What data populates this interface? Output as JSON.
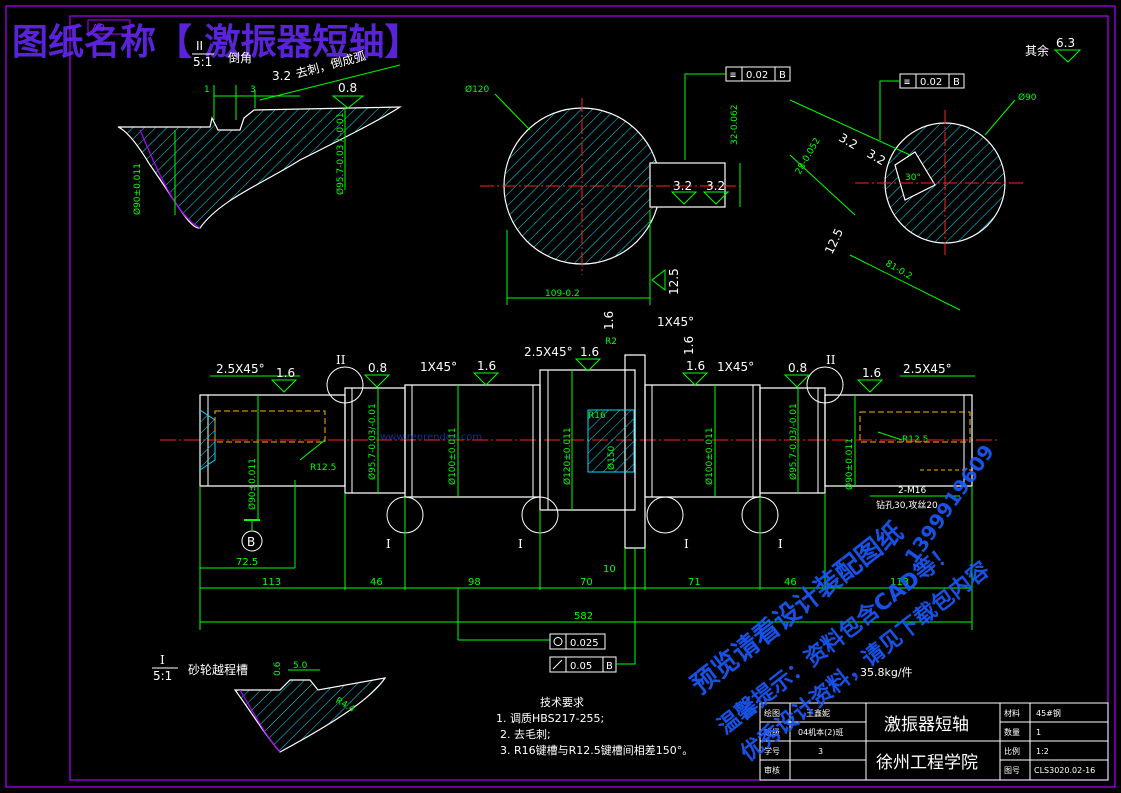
{
  "header": {
    "paper_size": "A3",
    "drawing_title_label": "图纸名称【 激振器短轴】",
    "surface_rest": "其余",
    "surface_rest_value": "6.3"
  },
  "detail_II": {
    "id": "II",
    "scale": "5:1",
    "note": "倒角",
    "roughness": "3.2",
    "roughness_note": "去刺，倒成弧",
    "roughness2": "0.8",
    "dim_3": "3",
    "dim_1": "1",
    "dia_left": "Ø90±0.011",
    "dia_right": "Ø95.7-0.03 / -0.01"
  },
  "detail_I": {
    "id": "I",
    "scale": "5:1",
    "note": "砂轮越程槽",
    "dim_a": "0.6",
    "dim_b": "5.0",
    "dim_c": "R4.4"
  },
  "section_a": {
    "diameter": "Ø120",
    "keyway_width_tol": "32-0.062",
    "depth": "109-0.2",
    "roughness_a": "3.2",
    "roughness_b": "3.2",
    "roughness_c": "12.5",
    "tolerance_sym": "0.02",
    "tolerance_ref": "B"
  },
  "section_b": {
    "diameter": "Ø90",
    "keyway_width": "28-0.052",
    "depth": "81-0.2",
    "angle": "30°",
    "roughness_a": "3.2",
    "roughness_b": "3.2",
    "roughness_c": "12.5",
    "tolerance_sym": "0.02",
    "tolerance_ref": "B"
  },
  "main_view": {
    "chamfers": [
      "2.5X45°",
      "1X45°",
      "2.5X45°",
      "1X45°",
      "1X45°",
      "2.5X45°"
    ],
    "roughness": [
      "1.6",
      "0.8",
      "1.6",
      "1.6",
      "1.6",
      "1.6",
      "1.6",
      "0.8",
      "1.6"
    ],
    "detail_marks": [
      "II",
      "II",
      "I",
      "I",
      "I",
      "I"
    ],
    "diameters": [
      "Ø90±0.011",
      "Ø95.7-0.03/-0.01",
      "Ø100±0.011",
      "Ø120±0.011",
      "Ø150",
      "Ø100±0.011",
      "Ø95.7-0.03/-0.01",
      "Ø90±0.011"
    ],
    "radii": [
      "R12.5",
      "R2",
      "R16",
      "R12.5"
    ],
    "datum": "B",
    "thread_note_1": "2-M16",
    "thread_note_2": "钻孔30,攻丝20",
    "dims_bottom": [
      "72.5",
      "113",
      "46",
      "98",
      "70",
      "10",
      "71",
      "46",
      "113",
      "582"
    ],
    "runout_symbol": "0.025",
    "runout2_value": "0.05",
    "runout2_ref": "B",
    "weight": "35.8kg/件"
  },
  "tech_requirements": {
    "title": "技术要求",
    "items": [
      "1. 调质HBS217-255;",
      "2. 去毛刺;",
      "3. R16键槽与R12.5键槽间相差150°。"
    ]
  },
  "title_block": {
    "row_labels": [
      "绘图",
      "班级",
      "学号",
      "审核"
    ],
    "row_values": [
      "王鑫妮",
      "04机本(2)班",
      "3",
      ""
    ],
    "part_name": "激振器短轴",
    "school": "徐州工程学院",
    "meta_labels": [
      "材料",
      "数量",
      "比例",
      "图号"
    ],
    "meta_values": [
      "45#钢",
      "1",
      "1:2",
      "CLS3020.02-16"
    ]
  },
  "watermark": {
    "line1": "预览请看设计装配图纸",
    "line2": "温馨提示：资料包含CAD等！",
    "line3": "优秀设计资料，请见下载包内容",
    "phone": "1399919609",
    "site": "www.renrendoc.com"
  },
  "colors": {
    "frame": "#b000ff",
    "dim": "#00ff00",
    "outline": "#ffffff",
    "center": "#ff2020",
    "hidden": "#ffb000",
    "hatch": "#00e0ff",
    "watermark": "#1a5aff"
  }
}
